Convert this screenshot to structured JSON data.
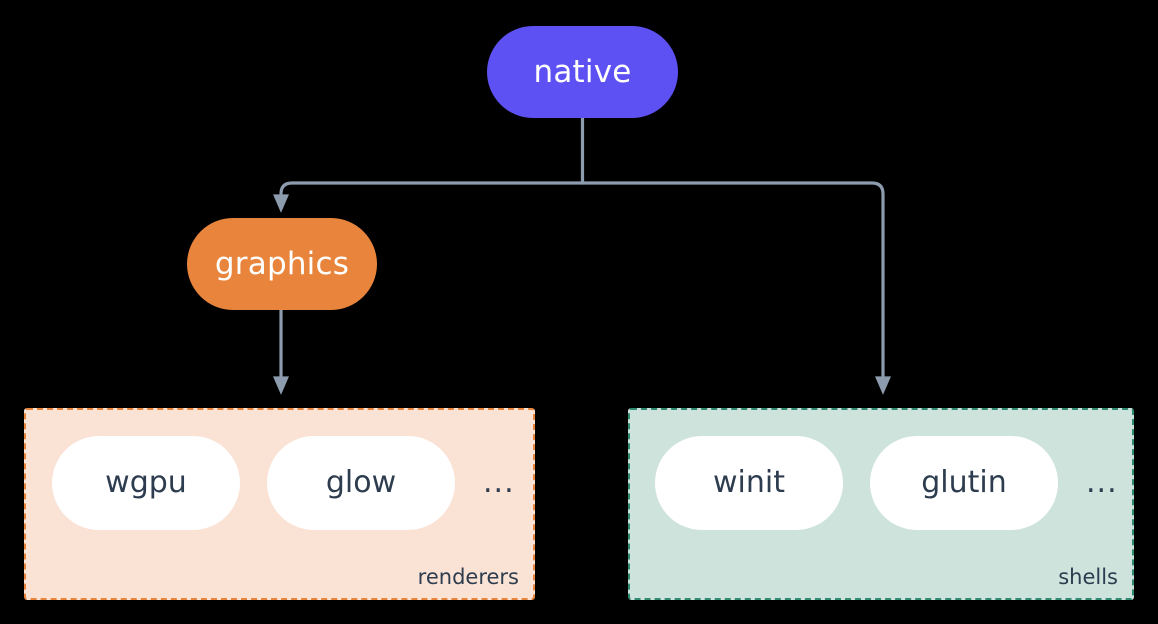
{
  "diagram": {
    "title": "native",
    "background_color": "#000000",
    "edge_color": "#8c9bad",
    "nodes": {
      "native": {
        "label": "native",
        "color": "#5d51f3",
        "text_color": "#ffffff"
      },
      "graphics": {
        "label": "graphics",
        "color": "#e8843c",
        "text_color": "#ffffff"
      }
    },
    "groups": [
      {
        "id": "renderers",
        "label": "renderers",
        "fill_color": "#fae2d5",
        "border_color": "#e8843c",
        "border_style": "dashed",
        "items": [
          {
            "label": "wgpu"
          },
          {
            "label": "glow"
          }
        ],
        "ellipsis": "..."
      },
      {
        "id": "shells",
        "label": "shells",
        "fill_color": "#cfe3dd",
        "border_color": "#2f8c73",
        "border_style": "dashed",
        "items": [
          {
            "label": "winit"
          },
          {
            "label": "glutin"
          }
        ],
        "ellipsis": "..."
      }
    ],
    "edges": [
      {
        "from": "native",
        "to": "graphics"
      },
      {
        "from": "native",
        "to": "shells"
      },
      {
        "from": "graphics",
        "to": "renderers"
      }
    ]
  }
}
